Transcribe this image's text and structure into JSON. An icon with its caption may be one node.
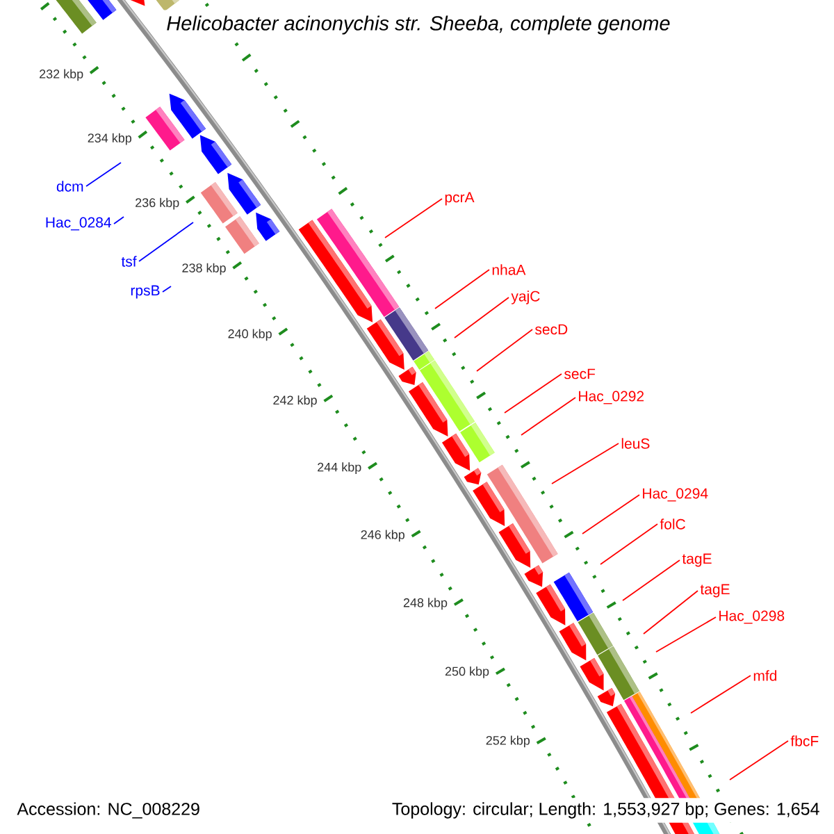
{
  "diagram": {
    "title": "Helicobacter acinonychis str. Sheeba, complete genome",
    "nodes": [
      {
        "text": [
          "dcm"
        ]
      },
      {
        "text": [
          "pcrA"
        ]
      },
      {
        "text": [
          "Hac_0284"
        ]
      },
      {
        "text": [
          "tsf"
        ]
      },
      {
        "text": [
          "nhaA"
        ]
      },
      {
        "text": [
          "rpsB"
        ]
      },
      {
        "text": [
          "yajC"
        ]
      },
      {
        "text": [
          "secD"
        ]
      },
      {
        "text": [
          "secF"
        ]
      },
      {
        "text": [
          "Hac_0292"
        ]
      },
      {
        "text": [
          "leuS"
        ]
      },
      {
        "text": [
          "Hac_0294"
        ]
      },
      {
        "text": [
          "folC"
        ]
      },
      {
        "text": [
          "tagE"
        ]
      },
      {
        "text": [
          "tagE"
        ]
      },
      {
        "text": [
          "Hac_0298"
        ]
      },
      {
        "text": [
          "mfd"
        ]
      },
      {
        "text": [
          "fbcF"
        ]
      }
    ],
    "edges": [
      {
        "from": 0,
        "to": null,
        "arrow": "none",
        "color": "#0000ff"
      },
      {
        "from": 1,
        "to": null,
        "arrow": "none"
      },
      {
        "from": 2,
        "to": null,
        "arrow": "none",
        "color": "#0000ff"
      },
      {
        "from": 3,
        "to": null,
        "arrow": "none",
        "color": "#0000ff"
      },
      {
        "from": 4,
        "to": null,
        "arrow": "none"
      },
      {
        "from": 5,
        "to": null,
        "arrow": "none",
        "color": "#0000ff"
      },
      {
        "from": 6,
        "to": null,
        "arrow": "none"
      },
      {
        "from": 7,
        "to": null,
        "arrow": "none"
      },
      {
        "from": 8,
        "to": null,
        "arrow": "none"
      },
      {
        "from": 9,
        "to": null,
        "arrow": "none"
      },
      {
        "from": 10,
        "to": null,
        "arrow": "none"
      },
      {
        "from": 11,
        "to": null,
        "arrow": "none"
      },
      {
        "from": 12,
        "to": null,
        "arrow": "none"
      },
      {
        "from": 13,
        "to": null,
        "arrow": "none"
      },
      {
        "from": 14,
        "to": null,
        "arrow": "none"
      },
      {
        "from": 15,
        "to": null,
        "arrow": "none"
      },
      {
        "from": 16,
        "to": null,
        "arrow": "none"
      },
      {
        "from": 17,
        "to": null,
        "arrow": "none"
      }
    ],
    "labels": [
      "232 kbp",
      "234 kbp",
      "236 kbp",
      "238 kbp",
      "240 kbp",
      "242 kbp",
      "244 kbp",
      "246 kbp",
      "248 kbp",
      "250 kbp",
      "252 kbp",
      "Accession: NC_008229",
      "Topology: circular; Length: 1,553,927 bp; Genes: 1,654"
    ]
  }
}
